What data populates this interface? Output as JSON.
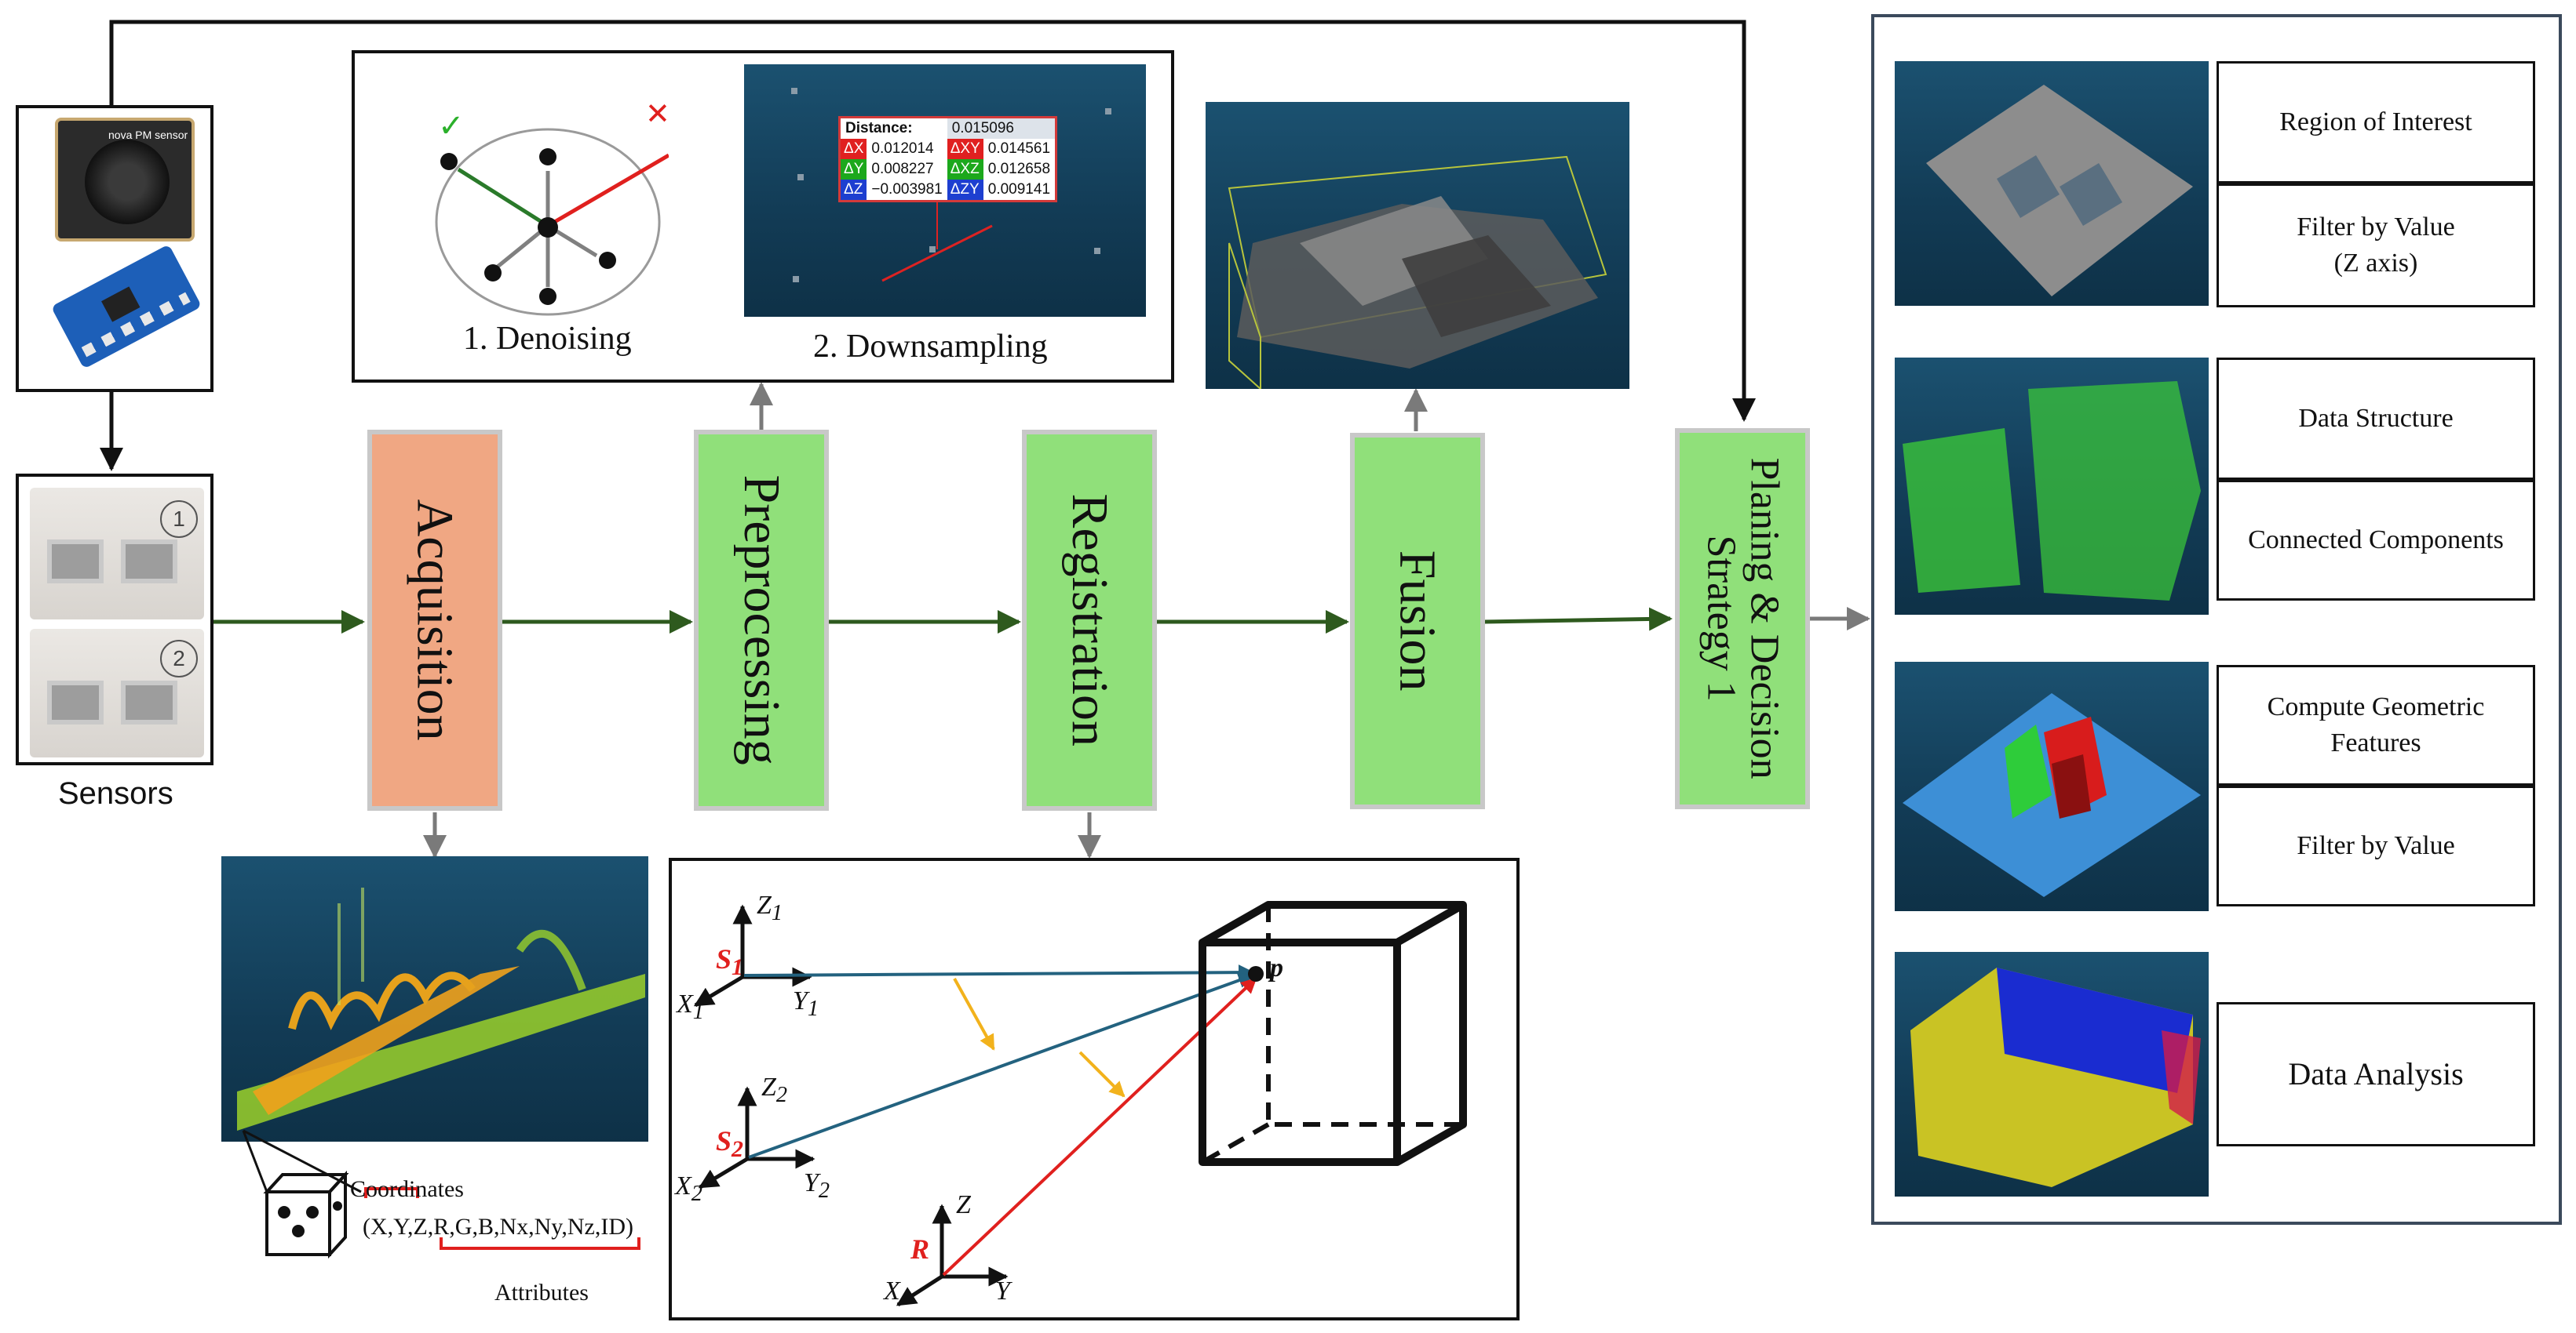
{
  "sensors": {
    "label": "Sensors",
    "unit_numbers": [
      "1",
      "2"
    ],
    "module_text": "nova PM sensor"
  },
  "stages": {
    "acquisition": "Acquisition",
    "preprocessing": "Preprocessing",
    "registration": "Registration",
    "fusion": "Fusion",
    "planning_line1": "Planing & Decision",
    "planning_line2": "Strategy 1"
  },
  "preprocessing_panel": {
    "denoising_label": "1. Denoising",
    "downsampling_label": "2. Downsampling",
    "check_glyph": "✓",
    "cross_glyph": "✕",
    "measure": {
      "distance_label": "Distance:",
      "distance_value": "0.015096",
      "dx_label": "ΔX",
      "dx_value": "0.012014",
      "dxy_label": "ΔXY",
      "dxy_value": "0.014561",
      "dy_label": "ΔY",
      "dy_value": "0.008227",
      "dxz_label": "ΔXZ",
      "dxz_value": "0.012658",
      "dz_label": "ΔZ",
      "dz_value": "−0.003981",
      "dzy_label": "ΔZY",
      "dzy_value": "0.009141"
    }
  },
  "point_attributes": {
    "coordinates_label": "Coordinates",
    "tuple": "(X,Y,Z,R,G,B,Nx,Ny,Nz,ID)",
    "attributes_label": "Attributes"
  },
  "registration_panel": {
    "s1_label": "S",
    "s1_sub": "1",
    "s2_label": "S",
    "s2_sub": "2",
    "r_label": "R",
    "point_label": "p",
    "axis_z": "Z",
    "axis_x": "X",
    "axis_y": "Y",
    "sub1": "1",
    "sub2": "2"
  },
  "right_panel": {
    "cells": [
      "Region of Interest",
      "Filter by Value\n(Z axis)",
      "Data Structure",
      "Connected Components",
      "Compute Geometric\nFeatures",
      "Filter by Value",
      "Data Analysis"
    ]
  },
  "colors": {
    "stage_green": "#90e07a",
    "stage_orange": "#f0a783",
    "flow_arrow": "#2e5a1e",
    "gray_arrow": "#7a7a7a",
    "frame": "#111111",
    "cloud_bg": "#123b55",
    "highlight_red": "#e0201e",
    "ray_blue": "#23627f",
    "ray_yellow": "#f2b21c"
  }
}
